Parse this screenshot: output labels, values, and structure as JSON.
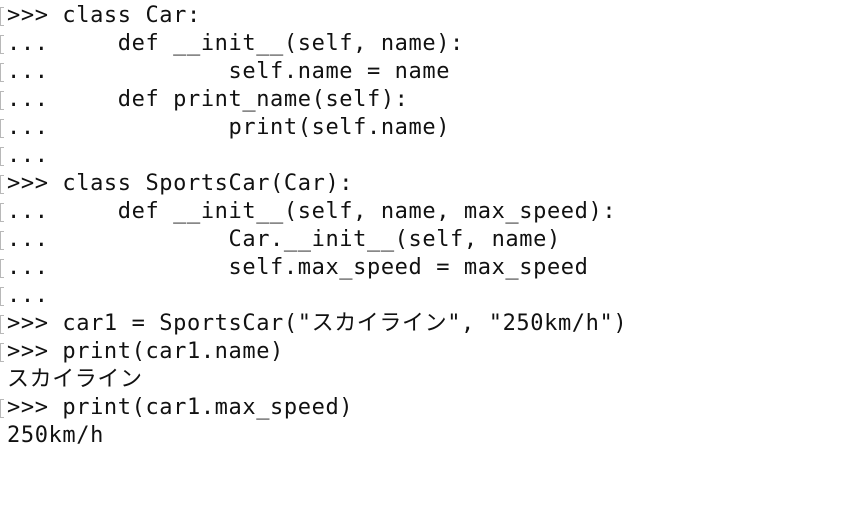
{
  "terminal": {
    "lines": [
      {
        "marked": true,
        "text": ">>> class Car:"
      },
      {
        "marked": true,
        "text": "...     def __init__(self, name):"
      },
      {
        "marked": true,
        "text": "...             self.name = name"
      },
      {
        "marked": true,
        "text": "...     def print_name(self):"
      },
      {
        "marked": true,
        "text": "...             print(self.name)"
      },
      {
        "marked": true,
        "text": "..."
      },
      {
        "marked": true,
        "text": ">>> class SportsCar(Car):"
      },
      {
        "marked": true,
        "text": "...     def __init__(self, name, max_speed):"
      },
      {
        "marked": true,
        "text": "...             Car.__init__(self, name)"
      },
      {
        "marked": true,
        "text": "...             self.max_speed = max_speed"
      },
      {
        "marked": true,
        "text": "..."
      },
      {
        "marked": true,
        "text": ">>> car1 = SportsCar(\"スカイライン\", \"250km/h\")"
      },
      {
        "marked": true,
        "text": ">>> print(car1.name)"
      },
      {
        "marked": false,
        "text": "スカイライン"
      },
      {
        "marked": true,
        "text": ">>> print(car1.max_speed)"
      },
      {
        "marked": false,
        "text": "250km/h"
      }
    ]
  }
}
